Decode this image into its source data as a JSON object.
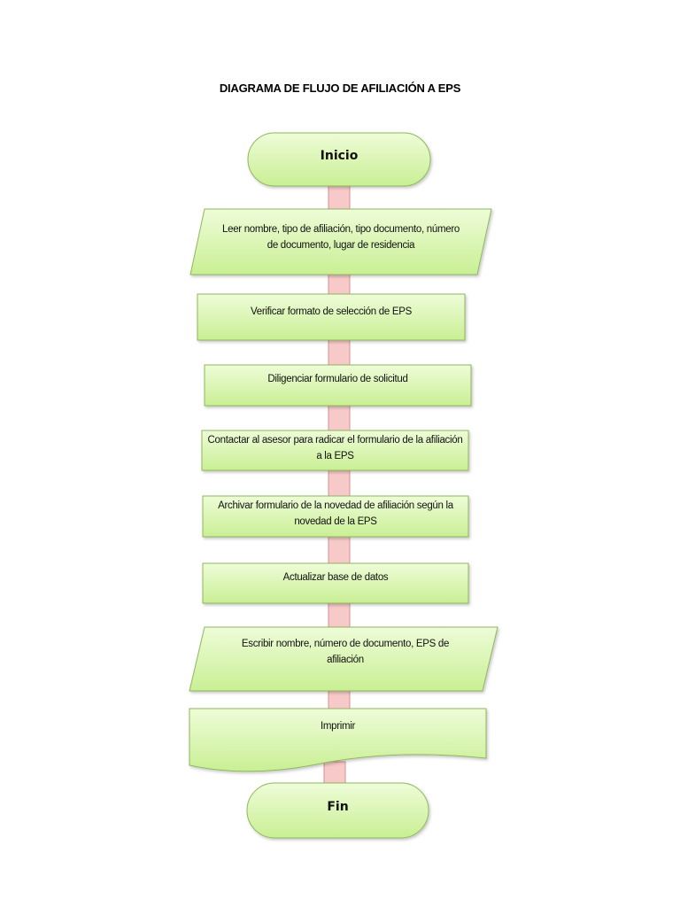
{
  "title": "DIAGRAMA DE FLUJO DE AFILIACIÓN A EPS",
  "colors": {
    "node_fill_top": "#eefcd8",
    "node_fill_bottom": "#c9ef94",
    "node_stroke": "#8fb85a",
    "connector_fill": "#f7c9c9",
    "connector_stroke": "#d99090"
  },
  "nodes": [
    {
      "id": "inicio",
      "shape": "terminal",
      "text": "Inicio"
    },
    {
      "id": "leer",
      "shape": "parallelogram",
      "text": "Leer nombre, tipo de afiliación,  tipo documento, número de documento, lugar de residencia"
    },
    {
      "id": "verificar",
      "shape": "process",
      "text": "Verificar formato de selección de EPS"
    },
    {
      "id": "diligenciar",
      "shape": "process",
      "text": "Diligenciar formulario de solicitud"
    },
    {
      "id": "contactar",
      "shape": "process",
      "text": "Contactar al asesor para radicar el formulario de la afiliación a la  EPS"
    },
    {
      "id": "archivar",
      "shape": "process",
      "text": "Archivar formulario de la novedad de afiliación según la novedad de la EPS"
    },
    {
      "id": "actualizar",
      "shape": "process",
      "text": "Actualizar base de datos"
    },
    {
      "id": "escribir",
      "shape": "parallelogram",
      "text": "Escribir nombre, número  de documento, EPS de afiliación"
    },
    {
      "id": "imprimir",
      "shape": "document",
      "text": "Imprimir"
    },
    {
      "id": "fin",
      "shape": "terminal",
      "text": "Fin"
    }
  ]
}
